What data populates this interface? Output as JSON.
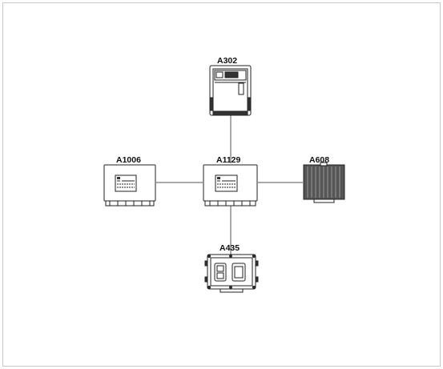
{
  "diagram": {
    "nodes": [
      {
        "id": "A302",
        "label": "A302"
      },
      {
        "id": "A1006",
        "label": "A1006"
      },
      {
        "id": "A1129",
        "label": "A1129"
      },
      {
        "id": "A608",
        "label": "A608"
      },
      {
        "id": "A435",
        "label": "A435"
      }
    ],
    "connections": [
      {
        "from": "A1129",
        "to": "A302"
      },
      {
        "from": "A1129",
        "to": "A1006"
      },
      {
        "from": "A1129",
        "to": "A608"
      },
      {
        "from": "A1129",
        "to": "A435"
      }
    ],
    "colors": {
      "line": "#555555",
      "stroke": "#222222",
      "fill": "#ffffff",
      "dark": "#333333"
    }
  }
}
